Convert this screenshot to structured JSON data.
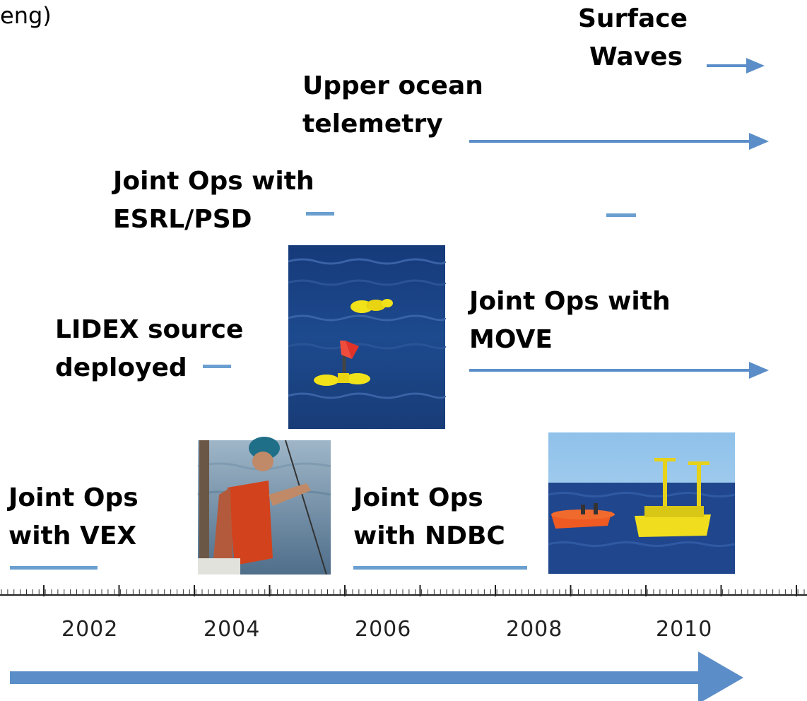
{
  "labels": {
    "corner": "eng)",
    "surface_waves_1": "Surface",
    "surface_waves_2": "Waves",
    "upper_ocean_1": "Upper ocean",
    "upper_ocean_2": "telemetry",
    "esrl_1": "Joint Ops with",
    "esrl_2": "ESRL/PSD",
    "lidex_1": "LIDEX source",
    "lidex_2": "deployed",
    "move_1": "Joint Ops with",
    "move_2": "MOVE",
    "vex_1": "Joint Ops",
    "vex_2": "with VEX",
    "ndbc_1": "Joint Ops",
    "ndbc_2": "with NDBC"
  },
  "axis": {
    "years": [
      "2002",
      "2004",
      "2006",
      "2008",
      "2010"
    ]
  },
  "colors": {
    "bar": "#6a9fd0",
    "arrow": "#5b8ec8",
    "ocean": "#1f3f7a"
  },
  "photos": [
    "buoy-floats-photo",
    "diver-photo",
    "ndbc-buoy-photo"
  ]
}
